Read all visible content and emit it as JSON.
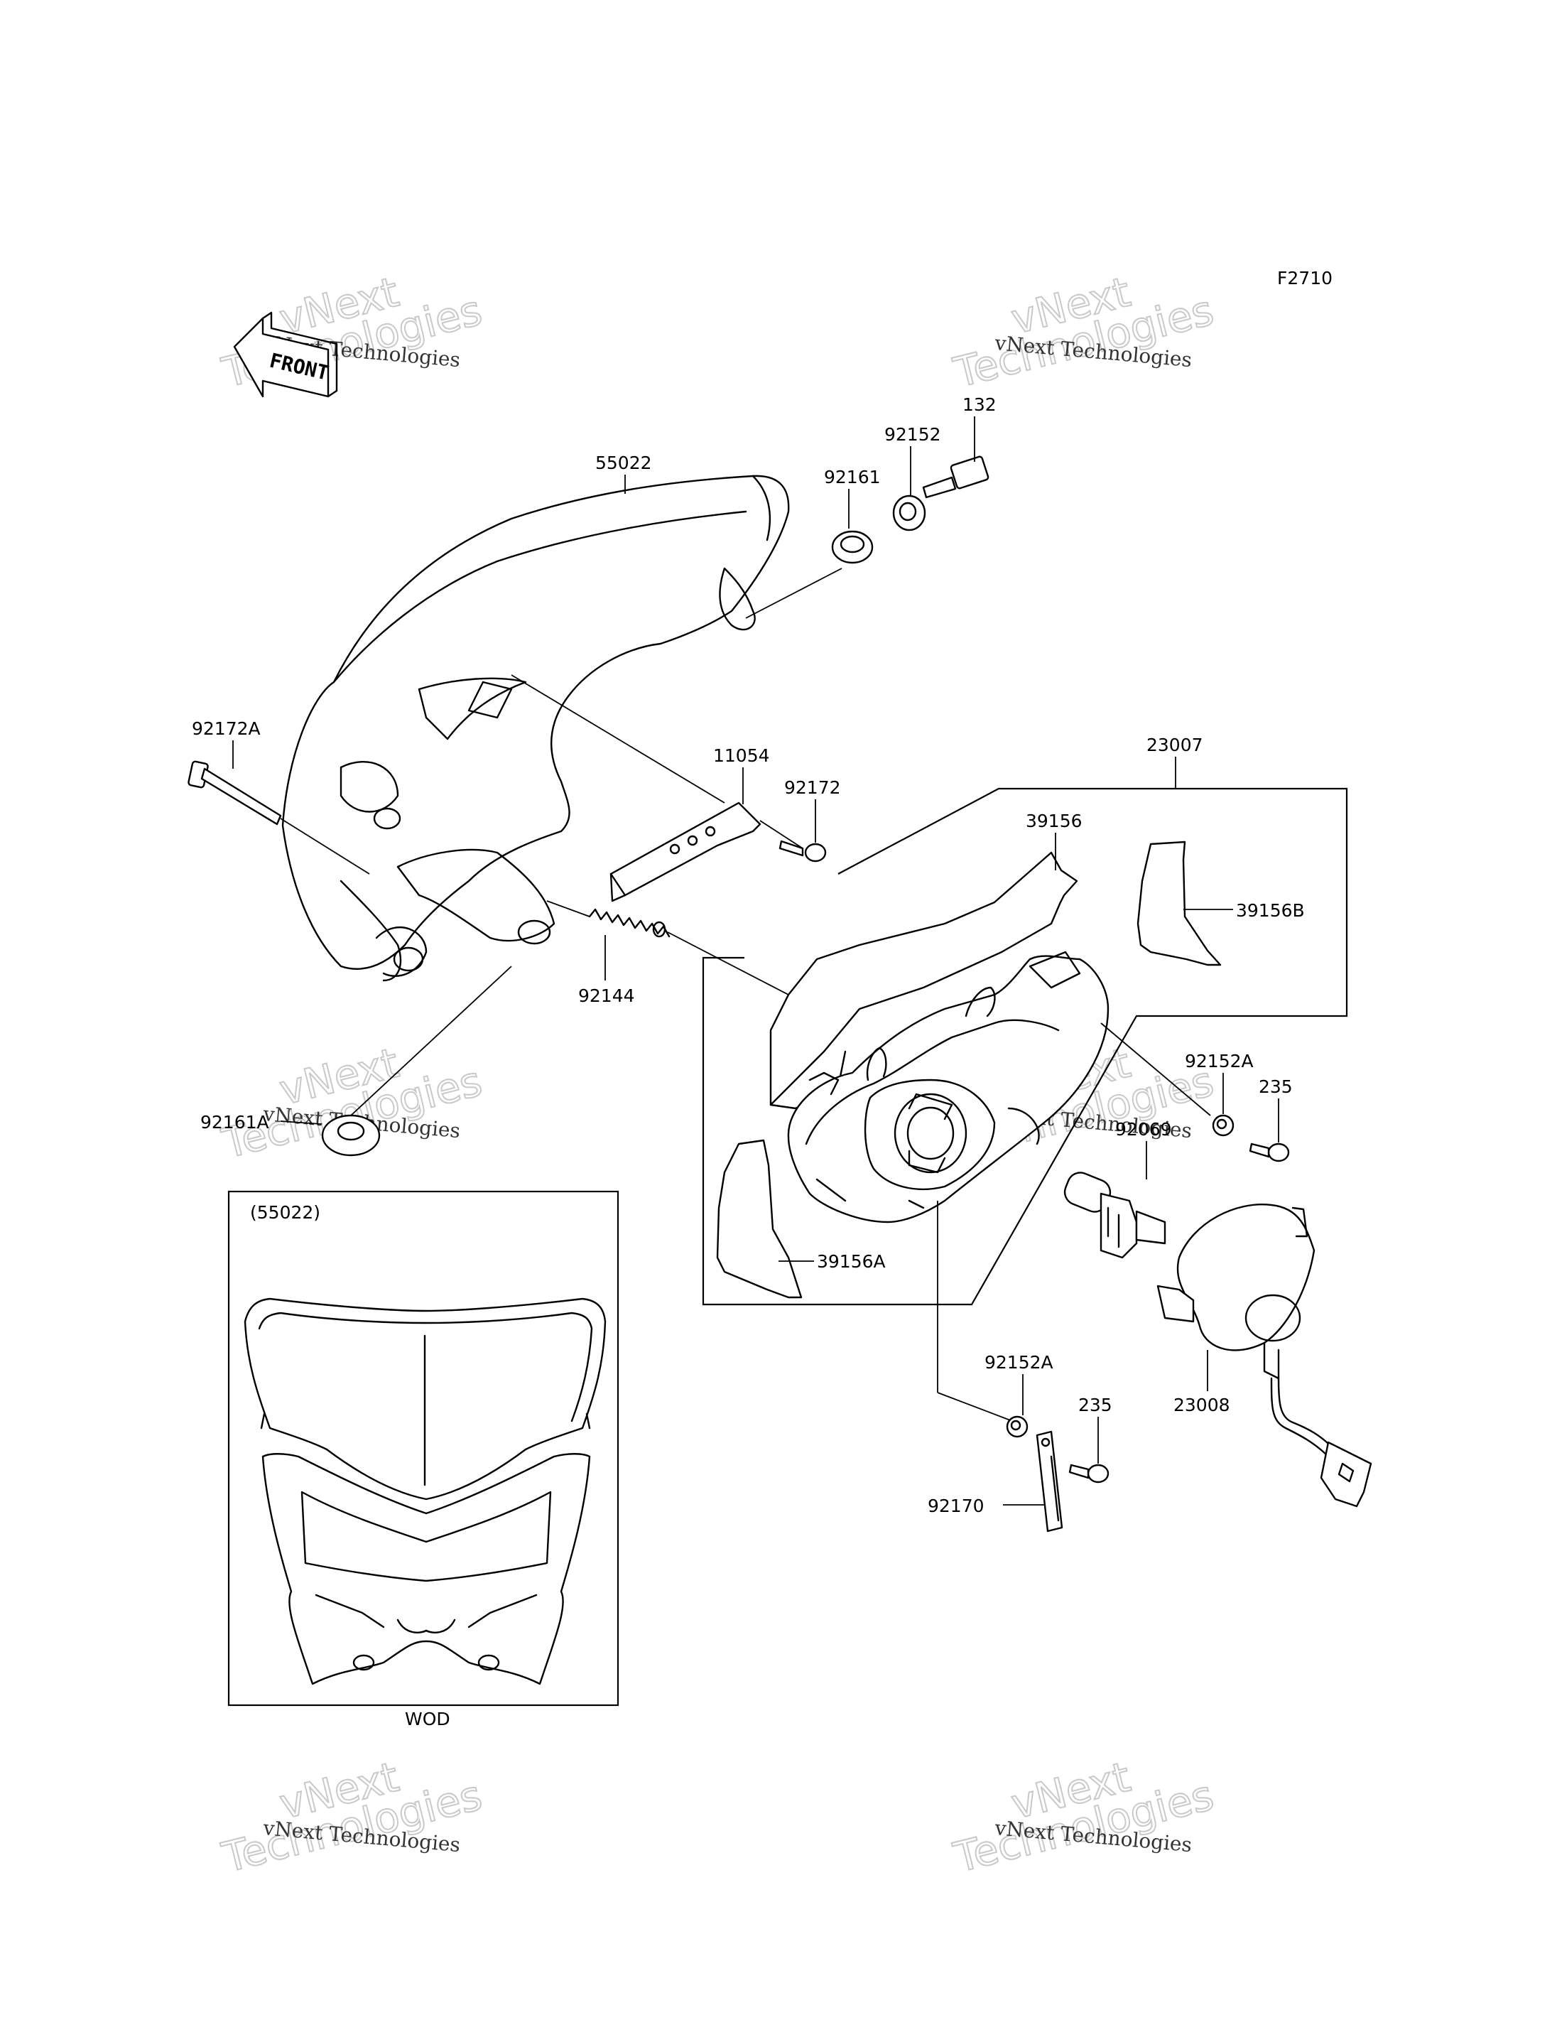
{
  "figure_code": "F2710",
  "front_label": "FRONT",
  "inset": {
    "ref": "(55022)",
    "caption": "WOD"
  },
  "watermark": {
    "line1": "vNext Technologies",
    "line2a": "vNext",
    "line2b": "Technologies"
  },
  "parts": {
    "p55022": "55022",
    "p92161": "92161",
    "p92152": "92152",
    "p132": "132",
    "p92172A": "92172A",
    "p11054": "11054",
    "p92172": "92172",
    "p23007": "23007",
    "p39156": "39156",
    "p39156B": "39156B",
    "p92144": "92144",
    "p92161A": "92161A",
    "p92152A_1": "92152A",
    "p235_1": "235",
    "p92069": "92069",
    "p39156A": "39156A",
    "p23008": "23008",
    "p92152A_2": "92152A",
    "p235_2": "235",
    "p92170": "92170"
  }
}
